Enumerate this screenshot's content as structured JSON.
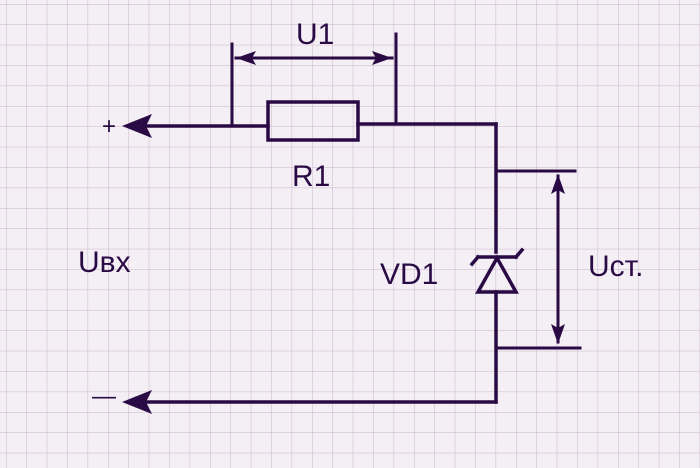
{
  "diagram": {
    "title_voltage_resistor": "U1",
    "resistor_label": "R1",
    "input_voltage_label": "Uвх",
    "diode_label": "VD1",
    "output_voltage_label": "Uст.",
    "plus_sign": "+",
    "minus_sign": "—"
  },
  "colors": {
    "paper": "#f4eff4",
    "grid": "#c9b4c9",
    "ink": "#2a0a45"
  }
}
